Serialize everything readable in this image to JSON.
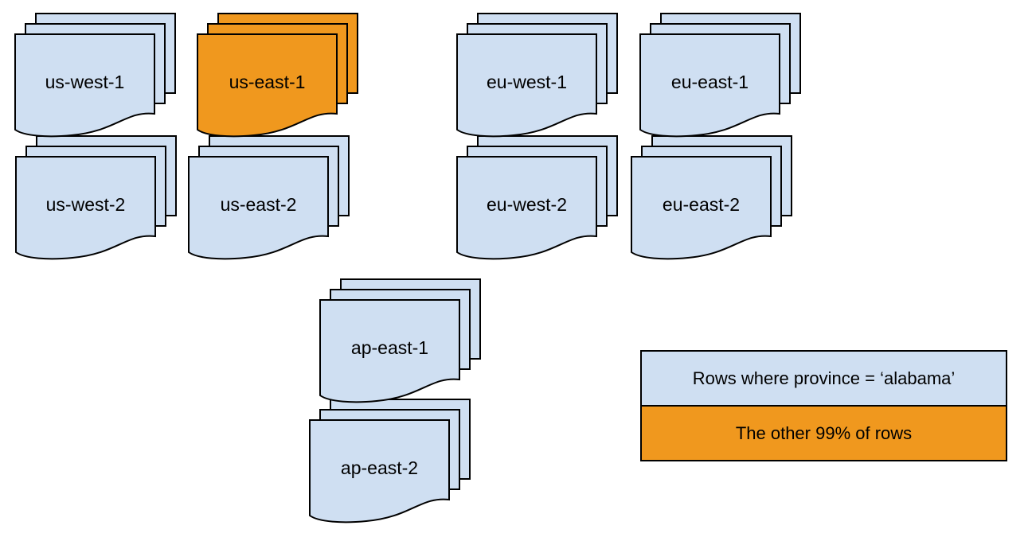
{
  "colors": {
    "alabama_rows": "#CFDFF2",
    "other_rows": "#F0981E",
    "stroke": "#000000",
    "text": "#000000",
    "background": "#FFFFFF"
  },
  "stacks": [
    {
      "label": "us-west-1",
      "variant": "alabama_rows"
    },
    {
      "label": "us-east-1",
      "variant": "other_rows"
    },
    {
      "label": "eu-west-1",
      "variant": "alabama_rows"
    },
    {
      "label": "eu-east-1",
      "variant": "alabama_rows"
    },
    {
      "label": "us-west-2",
      "variant": "alabama_rows"
    },
    {
      "label": "us-east-2",
      "variant": "alabama_rows"
    },
    {
      "label": "eu-west-2",
      "variant": "alabama_rows"
    },
    {
      "label": "eu-east-2",
      "variant": "alabama_rows"
    },
    {
      "label": "ap-east-1",
      "variant": "alabama_rows"
    },
    {
      "label": "ap-east-2",
      "variant": "alabama_rows"
    }
  ],
  "legend": {
    "items": [
      {
        "label": "Rows where province = ‘alabama’",
        "variant": "alabama_rows"
      },
      {
        "label": "The other 99% of rows",
        "variant": "other_rows"
      }
    ]
  }
}
